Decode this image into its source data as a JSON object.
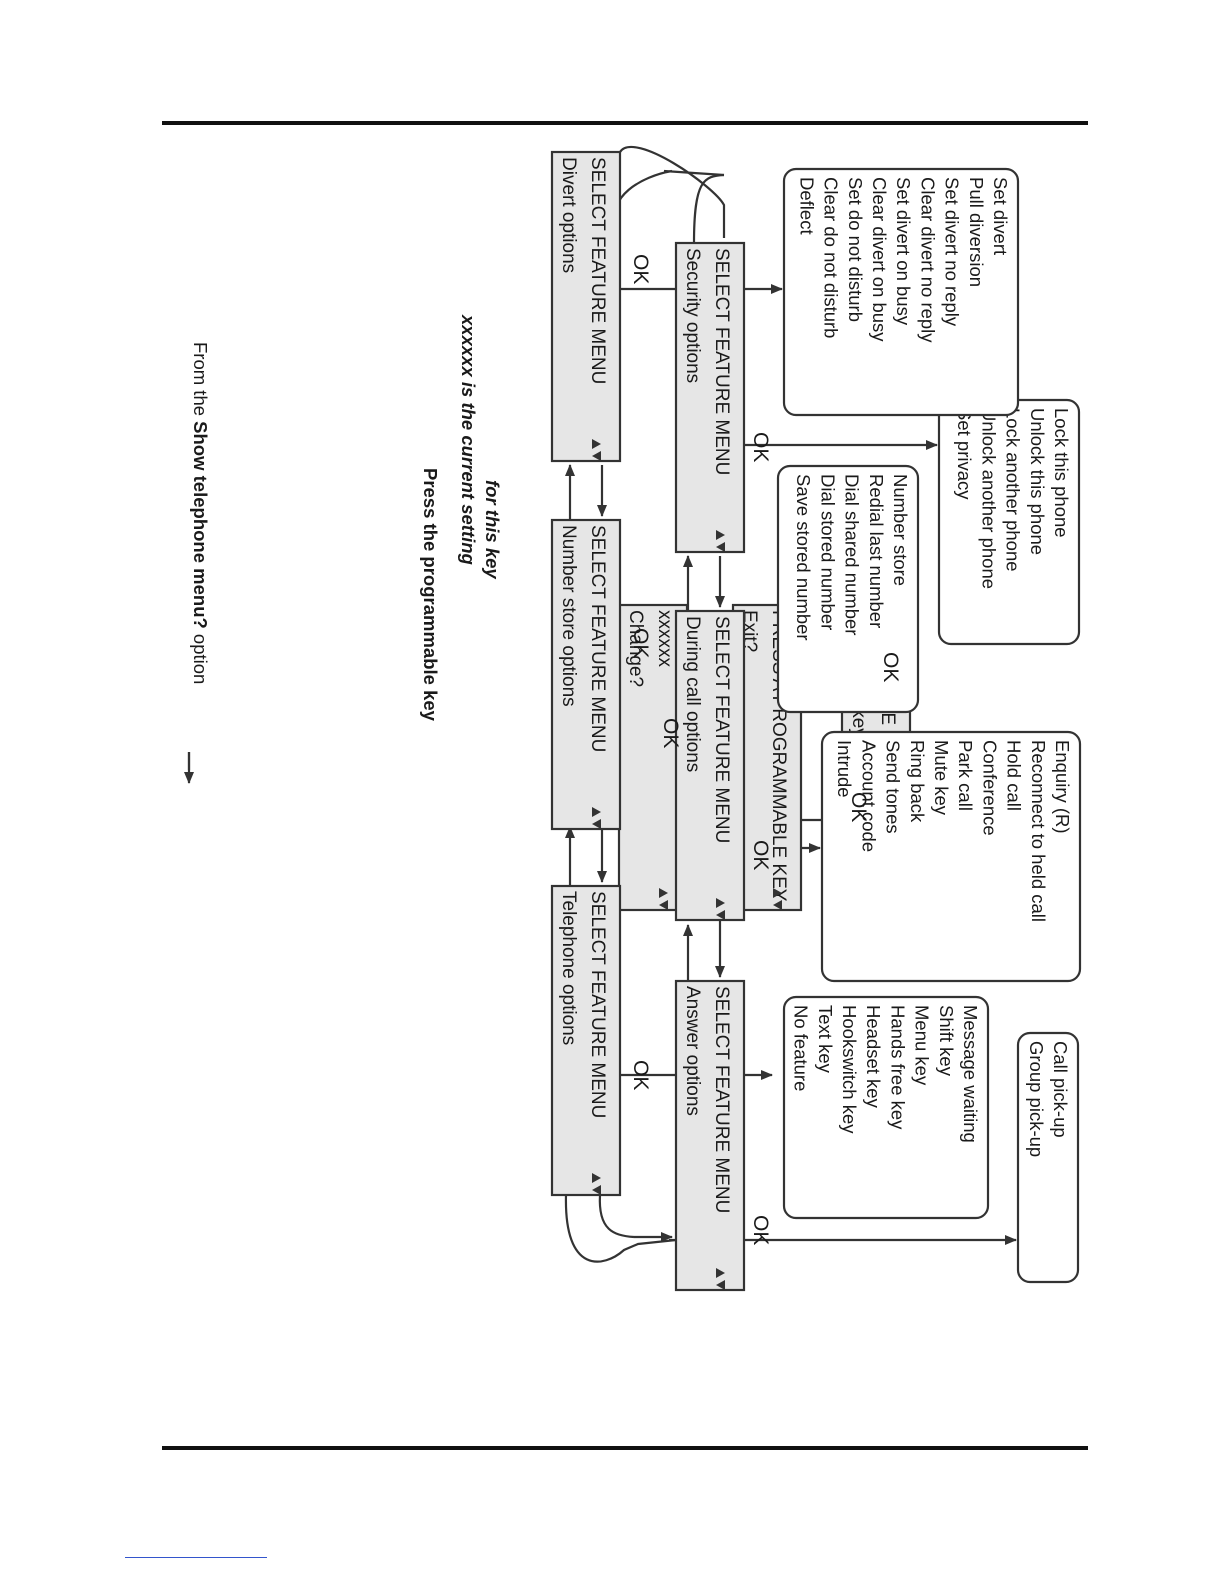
{
  "intro": {
    "from": "From the ",
    "emph": "Show telephone menu?",
    "rest": " option"
  },
  "labels": {
    "ok": "OK",
    "press_key": "Press the programmable key",
    "current_setting_1": "xxxxxx is the current setting",
    "current_setting_2": "for this key"
  },
  "screens": {
    "telephone_menu": {
      "line1": "TELEPHONE MENU",
      "line2": "Set feature keys?"
    },
    "press_key": {
      "line1": "PRESS A PROGRAMMABLE KEY",
      "line2": "Exit?"
    },
    "change": {
      "line1": "xxxxxx",
      "line2": "Change?"
    },
    "telephone_options": {
      "line1": "SELECT FEATURE MENU",
      "line2": "Telephone options"
    },
    "number_store_options": {
      "line1": "SELECT FEATURE MENU",
      "line2": "Number store options"
    },
    "divert_options": {
      "line1": "SELECT FEATURE MENU",
      "line2": "Divert options"
    },
    "answer_options": {
      "line1": "SELECT FEATURE MENU",
      "line2": "Answer options"
    },
    "during_call_options": {
      "line1": "SELECT FEATURE MENU",
      "line2": "During call options"
    },
    "security_options": {
      "line1": "SELECT FEATURE MENU",
      "line2": "Security options"
    }
  },
  "lists": {
    "answer": [
      "Call pick-up",
      "Group pick-up"
    ],
    "telephone": [
      "Message waiting",
      "Shift key",
      "Menu key",
      "Hands free key",
      "Headset key",
      "Hookswitch key",
      "Text key",
      "No feature"
    ],
    "during_call": [
      "Enquiry (R)",
      "Reconnect to held call",
      "Hold call",
      "Conference",
      "Park call",
      "Mute key",
      "Ring back",
      "Send tones",
      "Account code",
      "Intrude"
    ],
    "number_store": [
      "Number store",
      "Redial last number",
      "Dial shared number",
      "Dial stored number",
      "Save stored number"
    ],
    "security": [
      "Lock this phone",
      "Unlock this phone",
      "Lock another phone",
      "Unlock another phone",
      "Set privacy"
    ],
    "divert": [
      "Set divert",
      "Pull diversion",
      "Set divert no reply",
      "Clear divert no reply",
      "Set divert on busy",
      "Clear divert on busy",
      "Set do not disturb",
      "Clear do not disturb",
      "Deflect"
    ]
  }
}
